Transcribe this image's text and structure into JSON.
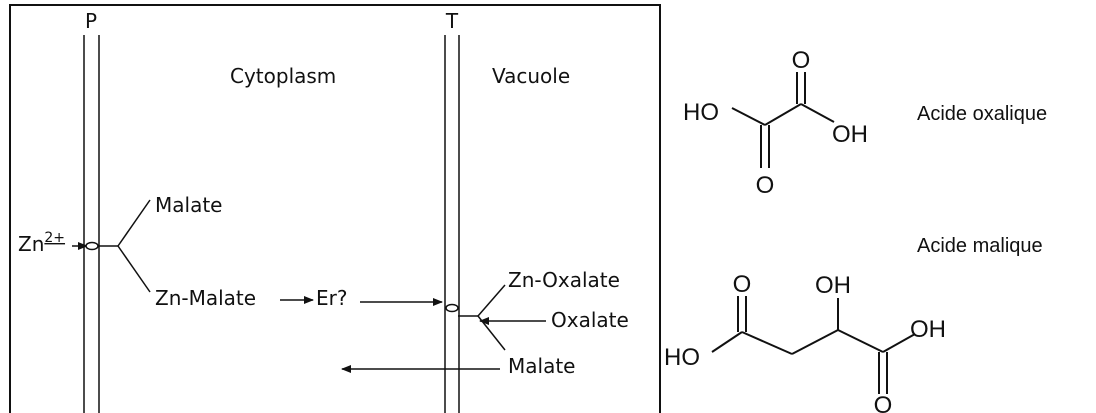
{
  "diagram": {
    "membranes": {
      "plasma_label": "P",
      "tonoplast_label": "T"
    },
    "compartments": {
      "cytoplasm": "Cytoplasm",
      "vacuole": "Vacuole"
    },
    "zn_ion": {
      "symbol": "Zn",
      "charge": "2+"
    },
    "cytoplasm_species": {
      "malate": "Malate",
      "zn_malate": "Zn-Malate",
      "er": "Er?"
    },
    "vacuole_species": {
      "zn_oxalate": "Zn-Oxalate",
      "oxalate": "Oxalate",
      "malate": "Malate"
    }
  },
  "structures": {
    "oxalic": {
      "name": "Acide oxalique",
      "atoms": {
        "ho": "HO",
        "o_top": "O",
        "o_bottom": "O",
        "oh": "OH"
      }
    },
    "malic": {
      "name": "Acide malique",
      "atoms": {
        "o_left": "O",
        "oh_top": "OH",
        "ho": "HO",
        "oh_right": "OH",
        "o_bottom": "O"
      }
    }
  }
}
